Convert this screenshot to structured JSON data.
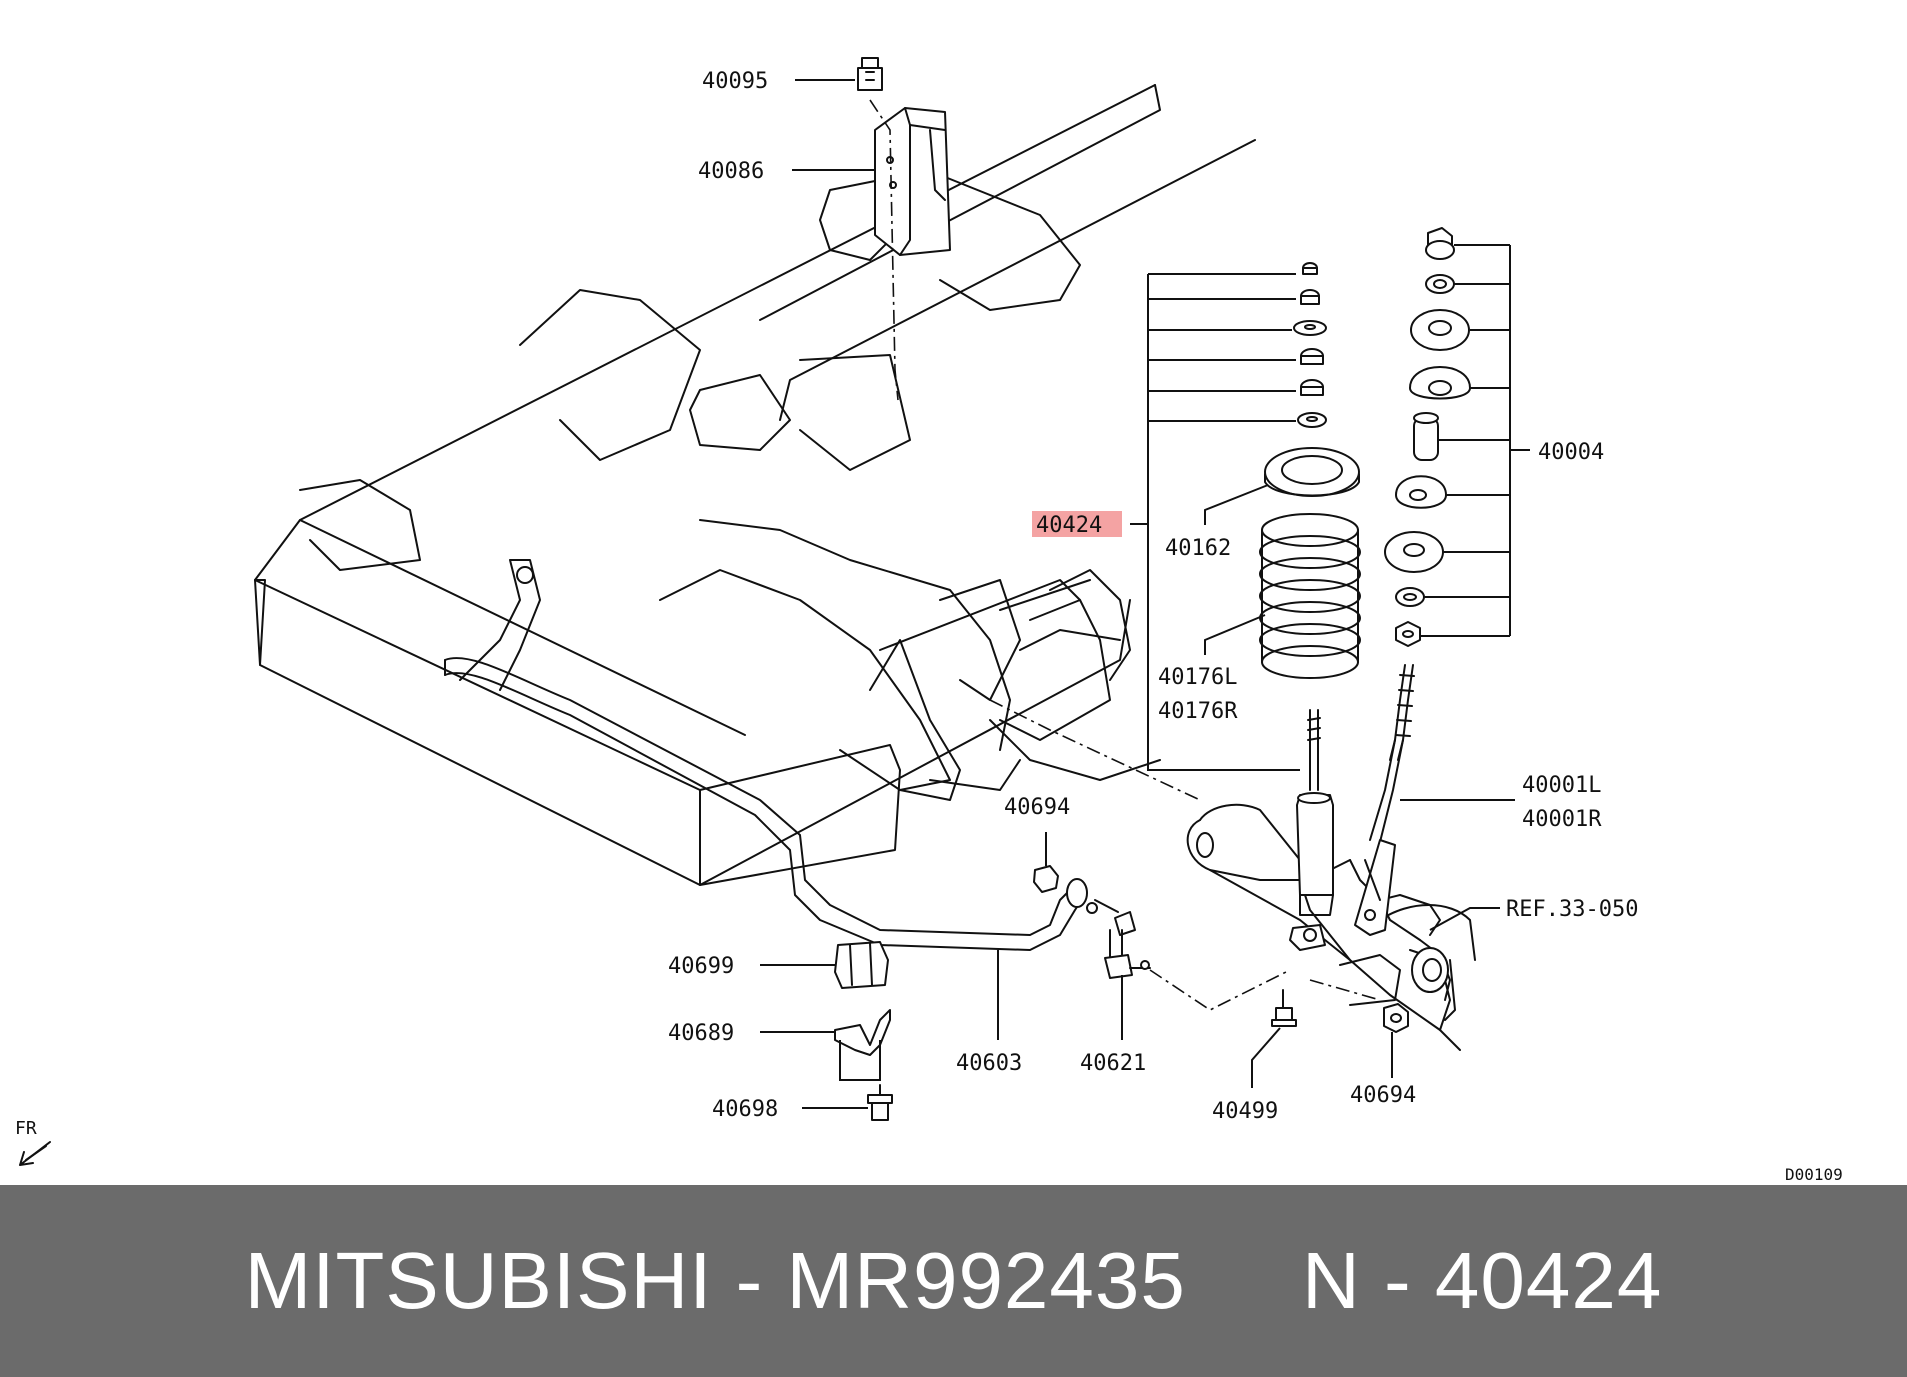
{
  "diagram": {
    "callouts": {
      "p40095": "40095",
      "p40086": "40086",
      "p40424": "40424",
      "p40162": "40162",
      "p40176L": "40176L",
      "p40176R": "40176R",
      "p40004": "40004",
      "p40001L": "40001L",
      "p40001R": "40001R",
      "p40694a": "40694",
      "p40694b": "40694",
      "p40699": "40699",
      "p40689": "40689",
      "p40698": "40698",
      "p40603": "40603",
      "p40621": "40621",
      "p40499": "40499",
      "ref": "REF.33-050"
    },
    "direction": "FR",
    "code": "D00109",
    "highlight_color": "#f4a3a3"
  },
  "footer": {
    "text": "MITSUBISHI - MR992435     N - 40424",
    "background": "#6b6b6b",
    "color": "#ffffff"
  }
}
